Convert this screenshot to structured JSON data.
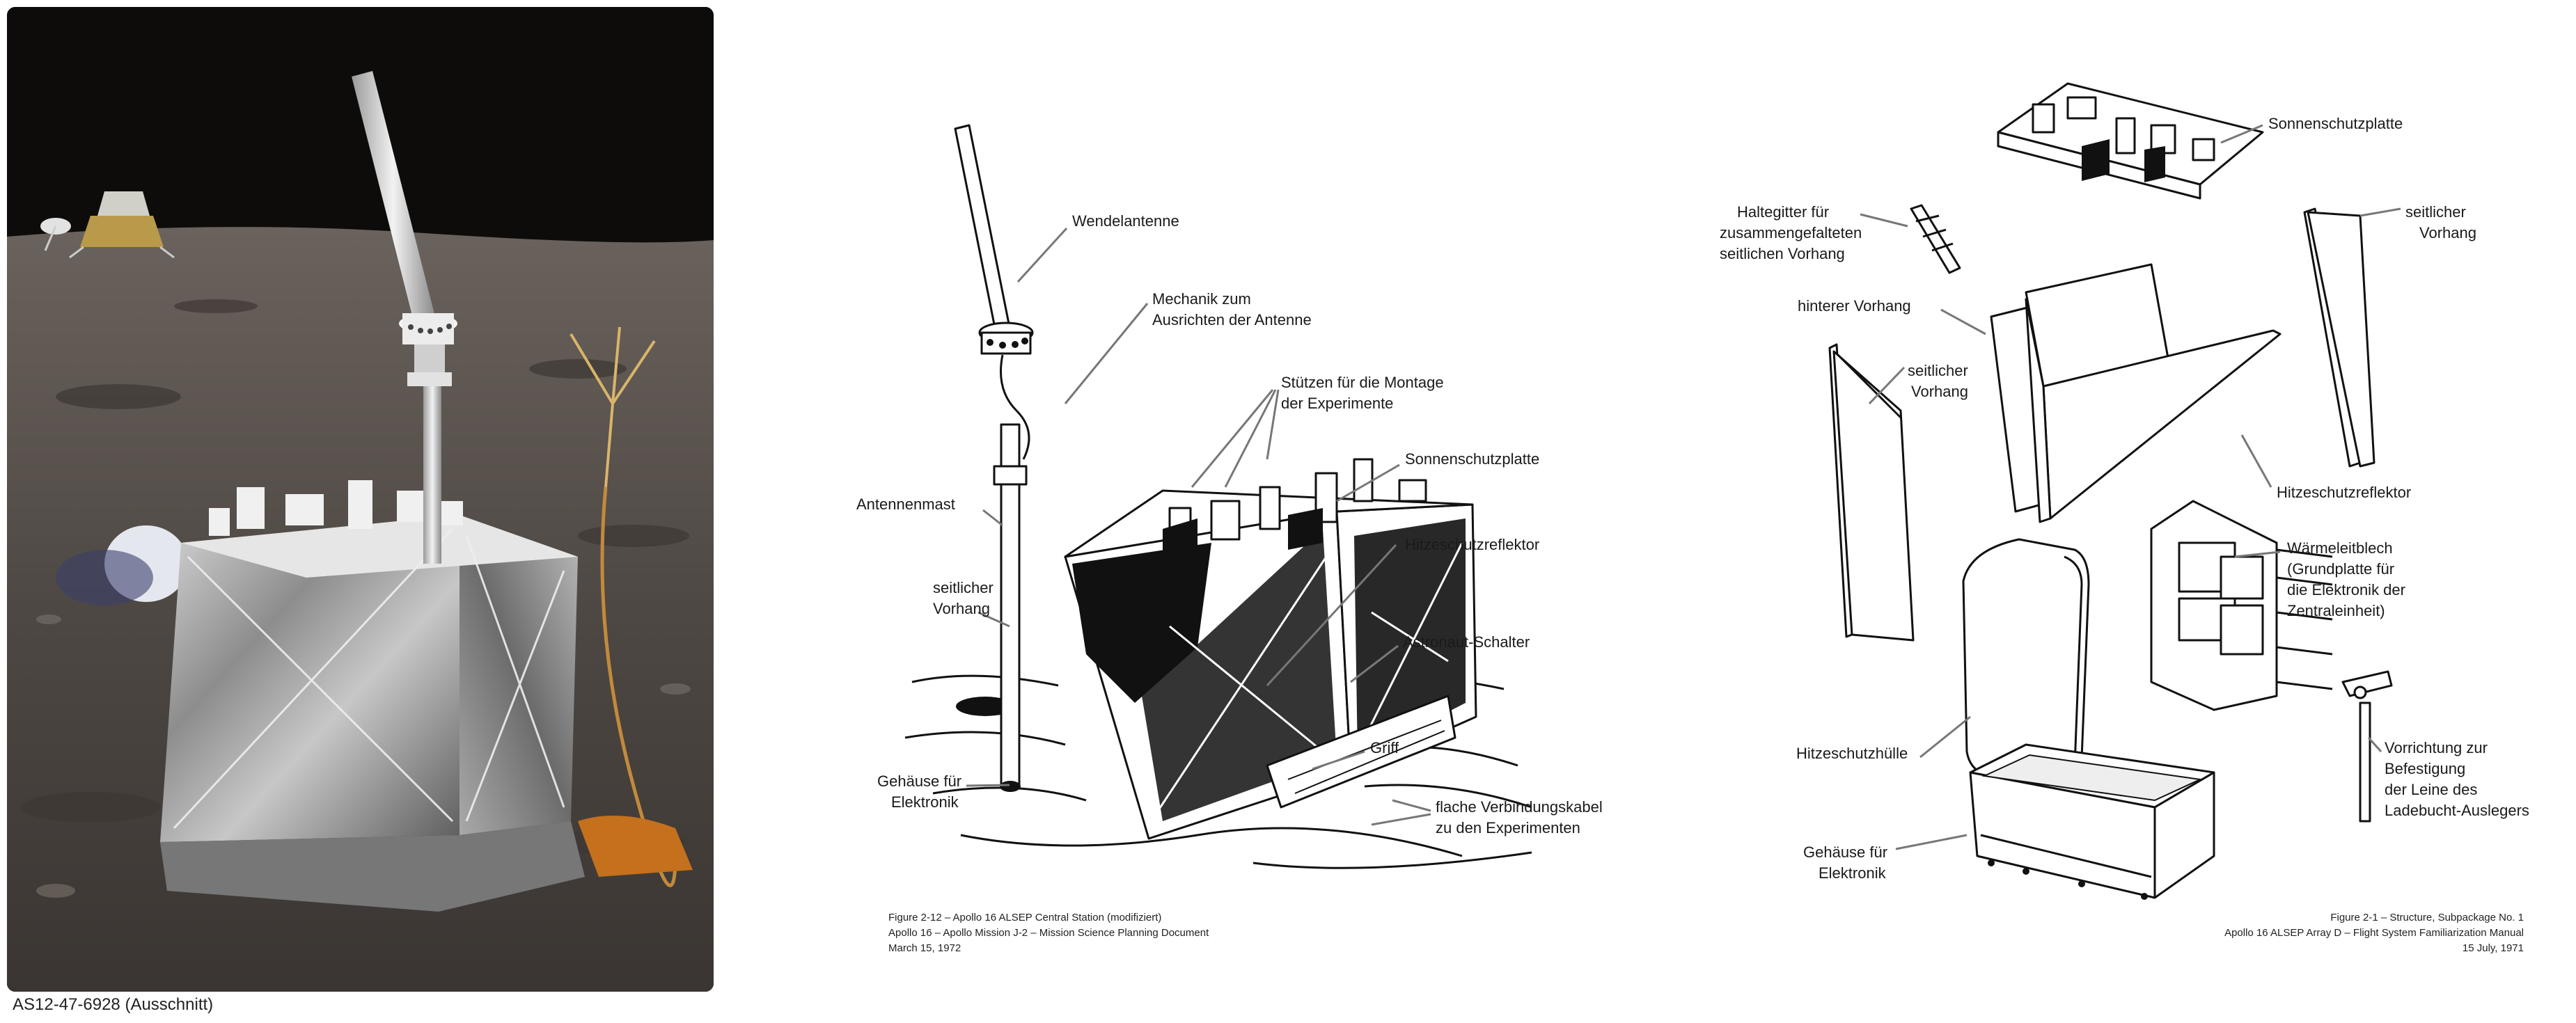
{
  "photo": {
    "caption": "AS12-47-6928 (Ausschnitt)"
  },
  "middle": {
    "labels": {
      "wendelantenne": "Wendelantenne",
      "mechanik_1": "Mechanik zum",
      "mechanik_2": "Ausrichten der Antenne",
      "stuetzen_1": "Stützen für die Montage",
      "stuetzen_2": "der Experimente",
      "sonnenschutz": "Sonnenschutzplatte",
      "antennenmast": "Antennenmast",
      "hitzeschutzreflektor": "Hitzeschutzreflektor",
      "vorhang_1": "seitlicher",
      "vorhang_2": "Vorhang",
      "astronaut_schalter": "Astronaut-Schalter",
      "griff": "Griff",
      "gehaeuse_1": "Gehäuse für",
      "gehaeuse_2": "Elektronik",
      "kabel_1": "flache Verbindungskabel",
      "kabel_2": "zu den Experimenten"
    },
    "source": {
      "line1": "Figure 2-12 – Apollo 16 ALSEP Central Station (modifiziert)",
      "line2": "Apollo 16 – Apollo Mission J-2 – Mission Science Planning Document",
      "line3": "March 15, 1972"
    }
  },
  "right": {
    "labels": {
      "sonnenschutz": "Sonnenschutzplatte",
      "haltegitter_1": "Haltegitter für",
      "haltegitter_2": "zusammengefalteten",
      "haltegitter_3": "seitlichen Vorhang",
      "vorhang_r_1": "seitlicher",
      "vorhang_r_2": "Vorhang",
      "hinterer": "hinterer Vorhang",
      "vorhang_l_1": "seitlicher",
      "vorhang_l_2": "Vorhang",
      "hitzeschutzreflektor": "Hitzeschutzreflektor",
      "waerme_1": "Wärmeleitblech",
      "waerme_2": "(Grundplatte für",
      "waerme_3": "die Elektronik der",
      "waerme_4": "Zentraleinheit)",
      "huelle": "Hitzeschutzhülle",
      "vorrichtung_1": "Vorrichtung zur",
      "vorrichtung_2": "Befestigung",
      "vorrichtung_3": "der Leine des",
      "vorrichtung_4": "Ladebucht-Auslegers",
      "gehaeuse_1": "Gehäuse für",
      "gehaeuse_2": "Elektronik"
    },
    "source": {
      "line1": "Figure 2-1 – Structure, Subpackage No. 1",
      "line2": "Apollo 16 ALSEP Array D – Flight System Familiarization Manual",
      "line3": "15 July, 1971"
    }
  }
}
